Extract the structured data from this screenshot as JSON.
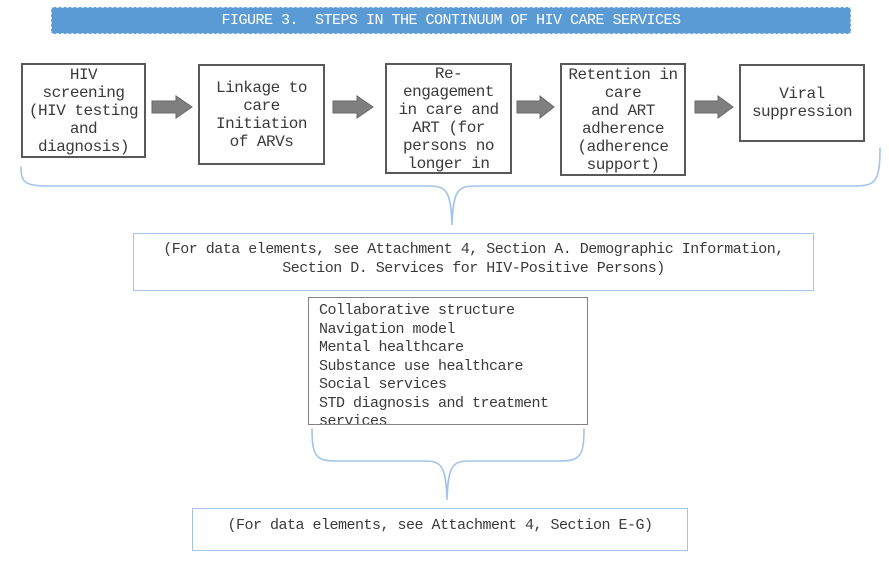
{
  "colors": {
    "title_bg": "#5b9bd5",
    "title_text": "#ffffff",
    "box_border": "#595959",
    "text": "#3a3a3a",
    "arrow_fill": "#7f7f7f",
    "arrow_stroke": "#6a6a6a",
    "accent_blue": "#a3c4e8",
    "list_border": "#828282"
  },
  "title": {
    "label": "FIGURE 3.  STEPS IN THE CONTINUUM OF HIV CARE SERVICES"
  },
  "flow": {
    "steps": [
      {
        "label": "HIV\nscreening\n(HIV testing\nand\ndiagnosis)"
      },
      {
        "label": "Linkage to\ncare\nInitiation\nof ARVs"
      },
      {
        "label": "Re-\nengagement\nin care and\nART (for\npersons no\nlonger in"
      },
      {
        "label": "Retention in\ncare\nand ART\nadherence\n(adherence\nsupport)"
      },
      {
        "label": "Viral\nsuppression"
      }
    ]
  },
  "notes": {
    "demographic": "(For data elements, see Attachment 4, Section A. Demographic Information,\nSection D. Services for HIV-Positive Persons)",
    "services_list": "Collaborative structure\nNavigation model\nMental healthcare\nSubstance use healthcare\nSocial services\nSTD diagnosis and treatment\nservices",
    "attachment_eg": "(For data elements, see Attachment 4, Section E-G)"
  }
}
